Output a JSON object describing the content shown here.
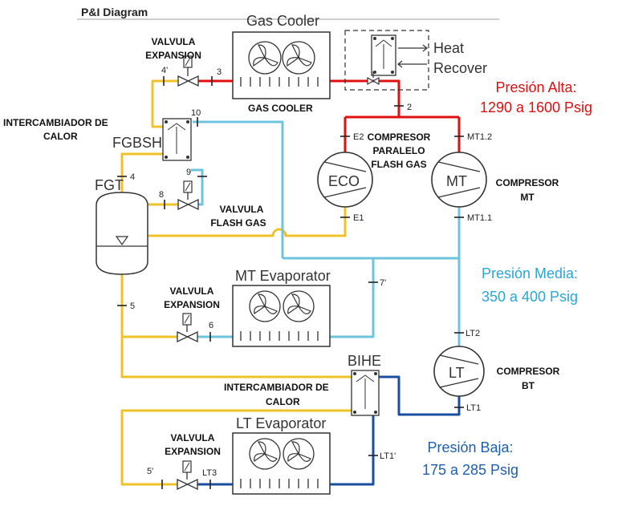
{
  "title": "P&I Diagram",
  "colors": {
    "high": "#e01010",
    "medium": "#6cc5dc",
    "low": "#1a4fa0",
    "liquid": "#f0c22a",
    "pressure_high": "#e01010",
    "pressure_medium": "#2aa7d6",
    "pressure_low": "#1f5fae"
  },
  "equipment": {
    "gas_cooler_title": "Gas Cooler",
    "gas_cooler_caption": "GAS COOLER",
    "heat": "Heat",
    "recover": "Recover",
    "mt_evaporator": "MT Evaporator",
    "lt_evaporator": "LT Evaporator",
    "fgt": "FGT",
    "fgbsh": "FGBSH",
    "bihe": "BIHE",
    "eco": "ECO",
    "mt": "MT",
    "lt": "LT"
  },
  "annotations": {
    "valv_exp_top_1": "VALVULA",
    "valv_exp_top_2": "EXPANSION",
    "intercambiador_1": "INTERCAMBIADOR DE",
    "intercambiador_2": "CALOR",
    "valv_flash_1": "VALVULA",
    "valv_flash_2": "FLASH GAS",
    "compresor_paralelo_1": "COMPRESOR",
    "compresor_paralelo_2": "PARALELO",
    "compresor_paralelo_3": "FLASH GAS",
    "compresor_mt_1": "COMPRESOR",
    "compresor_mt_2": "MT",
    "valv_exp_mid_1": "VALVULA",
    "valv_exp_mid_2": "EXPANSION",
    "compresor_bt_1": "COMPRESOR",
    "compresor_bt_2": "BT",
    "intercambiador_bot_1": "INTERCAMBIADOR DE",
    "intercambiador_bot_2": "CALOR",
    "valv_exp_bot_1": "VALVULA",
    "valv_exp_bot_2": "EXPANSION"
  },
  "pressures": {
    "high_1": "Presión Alta:",
    "high_2": "1290 a 1600 Psig",
    "medium_1": "Presión Media:",
    "medium_2": "350 a 400 Psig",
    "low_1": "Presión Baja:",
    "low_2": "175 a 285 Psig"
  },
  "points": {
    "p4p": "4'",
    "p3": "3",
    "p2": "2",
    "p10": "10",
    "p4": "4",
    "p9": "9",
    "p8": "8",
    "e2": "E2",
    "mt12": "MT1.2",
    "e1": "E1",
    "mt11": "MT1.1",
    "p7p": "7'",
    "p5": "5",
    "p6": "6",
    "lt2": "LT2",
    "lt1": "LT1",
    "lt1p": "LT1'",
    "p5p": "5'",
    "lt3": "LT3"
  }
}
